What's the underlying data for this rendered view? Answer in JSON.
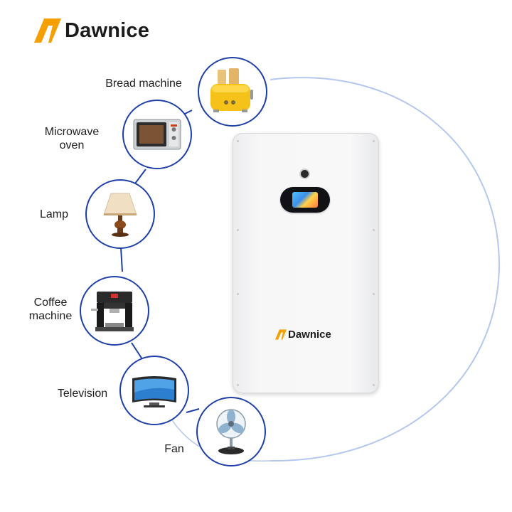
{
  "brand": {
    "name": "Dawnice",
    "accent": "#f5a000",
    "text_color": "#1b1b1b"
  },
  "battery": {
    "logo_text": "Dawnice",
    "color": "#f5f5f6"
  },
  "appliances": [
    {
      "label": "Bread machine",
      "icon": "toaster-icon"
    },
    {
      "label": "Microwave\noven",
      "icon": "microwave-icon"
    },
    {
      "label": "Lamp",
      "icon": "lamp-icon"
    },
    {
      "label": "Coffee\nmachine",
      "icon": "coffee-machine-icon"
    },
    {
      "label": "Television",
      "icon": "television-icon"
    },
    {
      "label": "Fan",
      "icon": "fan-icon"
    }
  ],
  "colors": {
    "circle_border": "#1e3fa8",
    "connector": "#1e3fa8",
    "arc": "#a9c0ef"
  }
}
